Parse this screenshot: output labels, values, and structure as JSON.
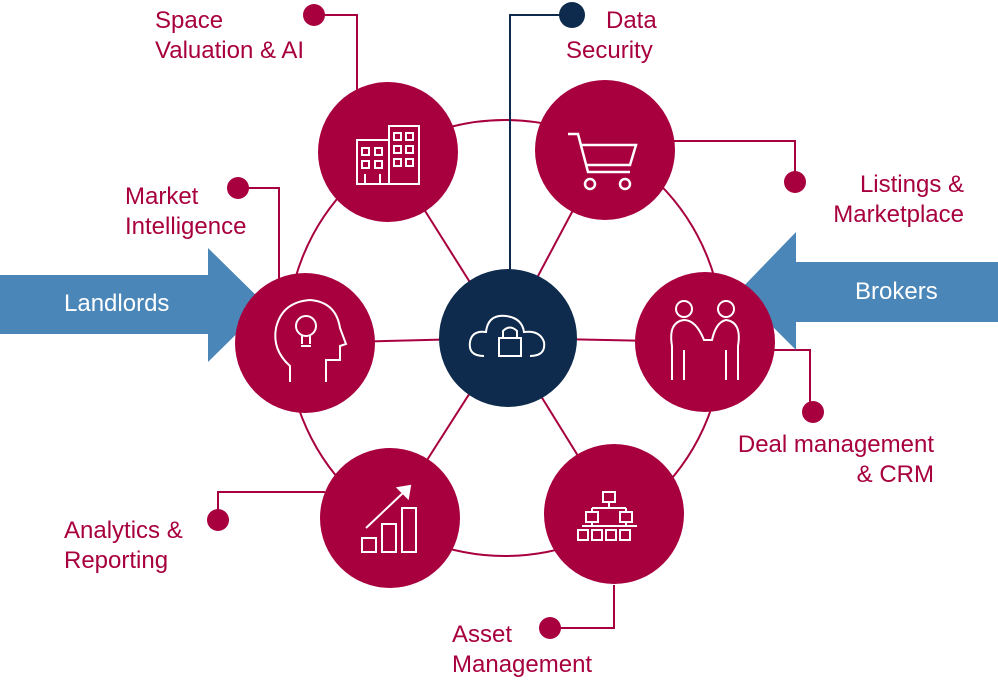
{
  "colors": {
    "node": "#a8003e",
    "hub": "#0e2a4c",
    "arrow": "#4a86b8",
    "ring": "#a8003e",
    "label": "#a8003e",
    "hub_link": "#0e2a4c"
  },
  "diagram": {
    "hub": {
      "icon": "cloud-lock-icon"
    },
    "nodes": [
      {
        "id": "space-valuation",
        "icon": "building-icon",
        "label_line1": "Space",
        "label_line2": "Valuation & AI"
      },
      {
        "id": "listings",
        "icon": "shopping-cart-icon",
        "label_line1": "Listings &",
        "label_line2": "Marketplace"
      },
      {
        "id": "deal-management",
        "icon": "handshake-icon",
        "label_line1": "Deal management",
        "label_line2": "& CRM"
      },
      {
        "id": "asset-management",
        "icon": "org-chart-icon",
        "label_line1": "Asset",
        "label_line2": "Management"
      },
      {
        "id": "analytics",
        "icon": "growth-chart-icon",
        "label_line1": "Analytics &",
        "label_line2": "Reporting"
      },
      {
        "id": "market-intelligence",
        "icon": "head-lightbulb-icon",
        "label_line1": "Market",
        "label_line2": "Intelligence"
      }
    ],
    "hub_label": {
      "line1": "Data",
      "line2": "Security"
    },
    "left_arrow": {
      "label": "Landlords"
    },
    "right_arrow": {
      "label": "Brokers"
    }
  }
}
